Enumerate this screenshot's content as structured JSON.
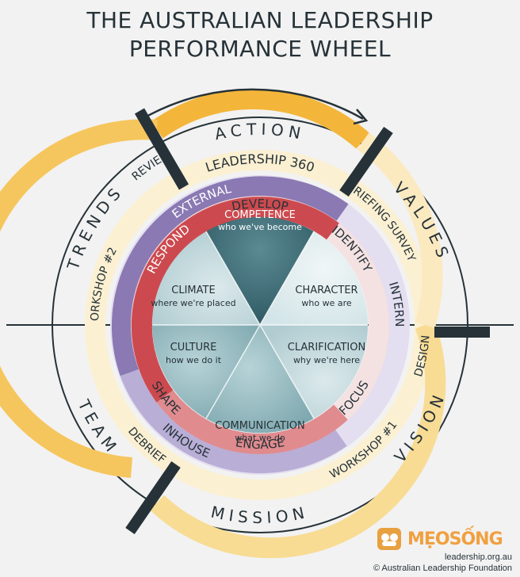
{
  "title": {
    "line1": "THE AUSTRALIAN LEADERSHIP",
    "line2": "PERFORMANCE WHEEL"
  },
  "outer_labels": {
    "top": "ACTION",
    "right_top": "VALUES",
    "right_bottom": "VISION",
    "bottom": "MISSION",
    "left_bottom": "TEAM",
    "left_top": "TRENDS"
  },
  "yellow_ring": {
    "top": "LEADERSHIP 360",
    "left": "WORKSHOP #2",
    "bottom": "WORKSHOP #1",
    "review": "REVIEW",
    "briefing": "BRIEFING",
    "survey": "SURVEY",
    "design": "DESIGN",
    "debrief": "DEBRIEF"
  },
  "purple_ring": {
    "external": "EXTERNAL",
    "internal": "INTERNAL",
    "inhouse": "INHOUSE"
  },
  "red_ring": {
    "develop": "DEVELOP",
    "identify": "IDENTIFY",
    "focus": "FOCUS",
    "engage": "ENGAGE",
    "shape": "SHAPE",
    "respond": "RESPOND"
  },
  "core": {
    "competence": {
      "title": "COMPETENCE",
      "sub": "who we've become"
    },
    "character": {
      "title": "CHARACTER",
      "sub": "who we are"
    },
    "clarification": {
      "title": "CLARIFICATION",
      "sub": "why we're here"
    },
    "communication": {
      "title": "COMMUNICATION",
      "sub": "what we do"
    },
    "culture": {
      "title": "CULTURE",
      "sub": "how we do it"
    },
    "climate": {
      "title": "CLIMATE",
      "sub": "where we're placed"
    }
  },
  "footer": {
    "logo": "MẸOSỐNG",
    "site": "leadership.org.au",
    "copyright": "© Australian Leadership Foundation"
  },
  "colors": {
    "dark": "#263238",
    "yellow": "#f3b63b",
    "purple": "#8a79b3",
    "red": "#cc4a4f",
    "teal_dark": "#3e6d77",
    "teal_mid": "#7aa6ad",
    "teal_light": "#c6dee1"
  }
}
